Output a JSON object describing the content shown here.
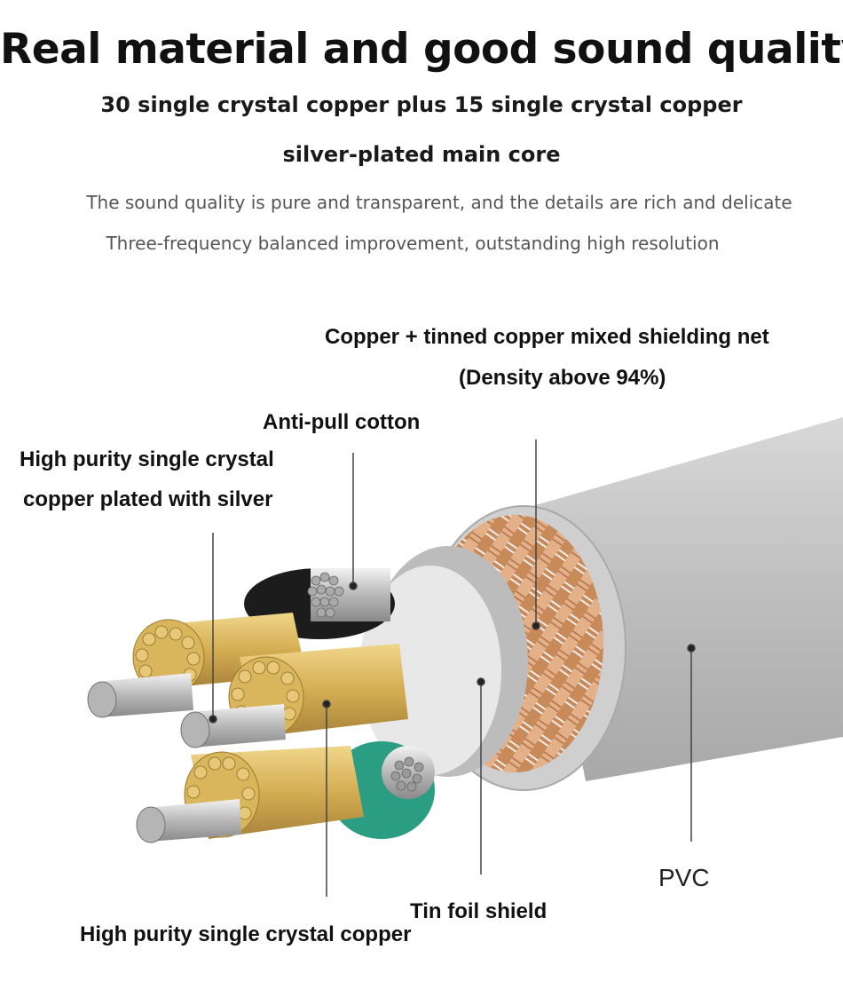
{
  "header": {
    "title": "Real material and good sound quality",
    "subtitle_line1": "30 single crystal copper plus 15 single crystal copper",
    "subtitle_line2": "silver-plated main core",
    "description_line1": "The sound quality is pure and transparent, and the details are rich and delicate",
    "description_line2": "Three-frequency balanced improvement, outstanding high resolution"
  },
  "callouts": {
    "shielding_net_line1": "Copper + tinned copper mixed shielding net",
    "shielding_net_line2": "(Density above 94%)",
    "anti_pull_cotton": "Anti-pull cotton",
    "silver_plated_line1": "High purity single crystal",
    "silver_plated_line2": "copper plated with silver",
    "pvc": "PVC",
    "tin_foil_shield": "Tin foil shield",
    "crystal_copper": "High purity single crystal copper"
  },
  "colors": {
    "pvc_jacket": "#c9c9c9",
    "braid_copper": "#c98a5a",
    "gold_strands": "#d9b65c",
    "green_insulation": "#2a9d82",
    "text_dark": "#111111",
    "text_gray": "#555555"
  }
}
